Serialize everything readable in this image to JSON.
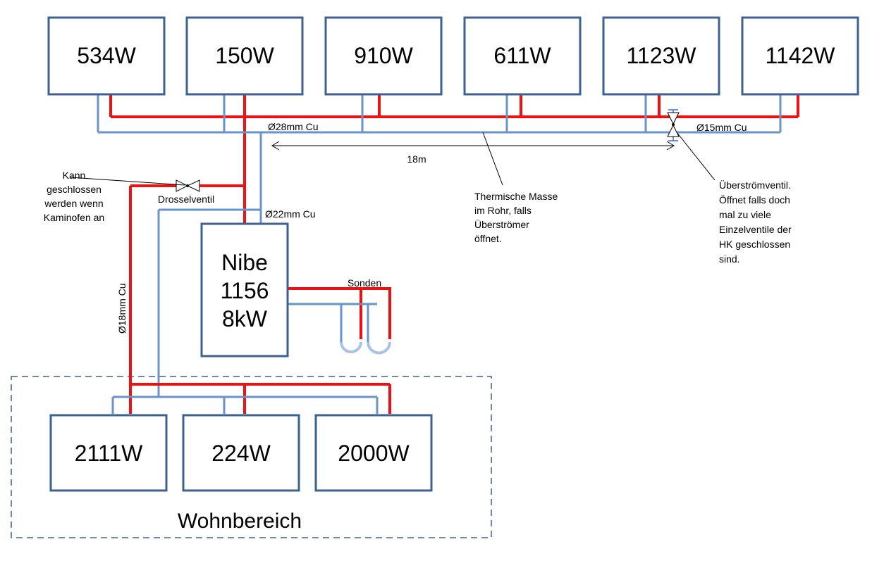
{
  "top_radiators": [
    "534W",
    "150W",
    "910W",
    "611W",
    "1123W",
    "1142W"
  ],
  "bottom_radiators": [
    "2111W",
    "224W",
    "2000W"
  ],
  "heat_pump": {
    "line1": "Nibe",
    "line2": "1156",
    "line3": "8kW"
  },
  "zone_label": "Wohnbereich",
  "labels": {
    "pipe_28": "Ø28mm Cu",
    "pipe_15": "Ø15mm Cu",
    "pipe_22": "Ø22mm Cu",
    "pipe_18": "Ø18mm Cu",
    "distance": "18m",
    "drossel": "Drosselventil",
    "sonden": "Sonden"
  },
  "notes": {
    "kann": [
      "Kann",
      "geschlossen",
      "werden wenn",
      "Kaminofen an"
    ],
    "thermisch": [
      "Thermische Masse",
      "im Rohr, falls",
      "Überströmer",
      "öffnet."
    ],
    "ueberstroem": [
      "Überströmventil.",
      "Öffnet falls doch",
      "mal zu viele",
      "Einzelventile der",
      "HK geschlossen",
      "sind."
    ]
  },
  "colors": {
    "supply": "#ee1111",
    "return": "#6a94c8",
    "box_border": "#3d6190"
  }
}
